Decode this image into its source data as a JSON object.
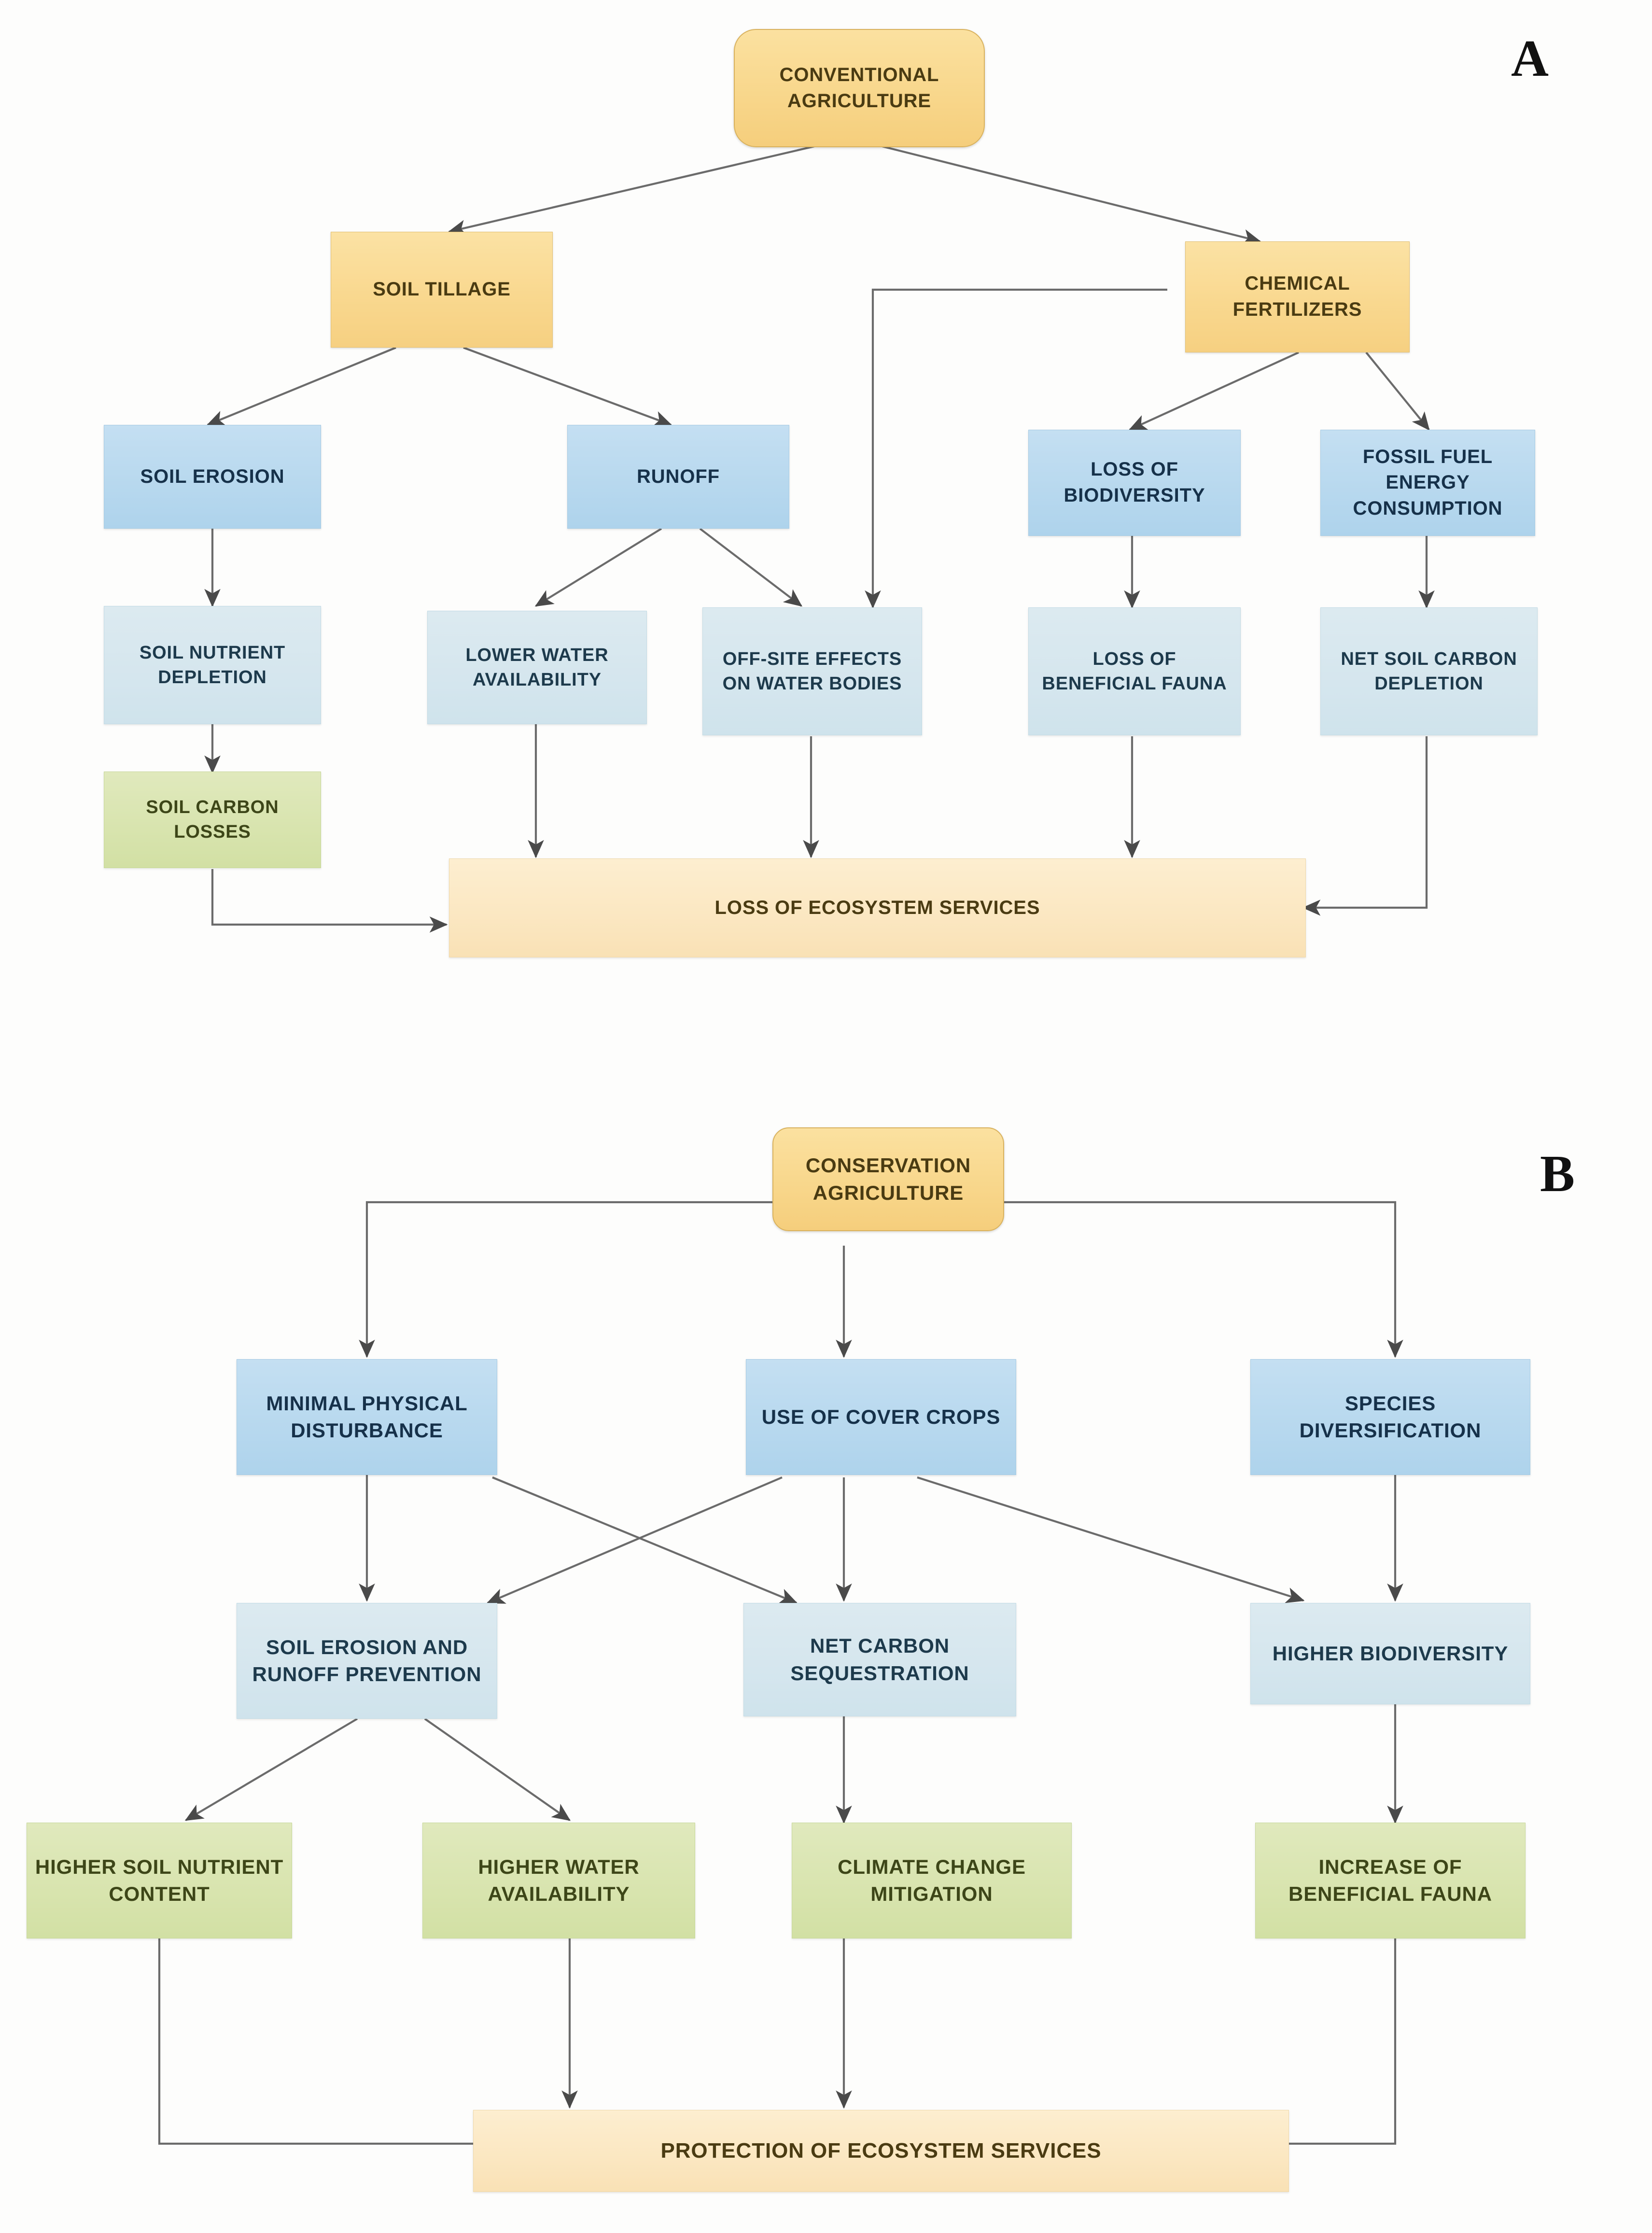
{
  "figure": {
    "type": "flowchart",
    "panels": [
      {
        "label": "A",
        "title": "Conventional agriculture impact pathways",
        "nodes": [
          {
            "id": "conv-agri",
            "label": "CONVENTIONAL\nAGRICULTURE",
            "style": "root",
            "color": "#f8d68a"
          },
          {
            "id": "soil-tillage",
            "label": "SOIL TILLAGE",
            "style": "orange",
            "color": "#f9d88f"
          },
          {
            "id": "chemical-fertilizers",
            "label": "CHEMICAL\nFERTILIZERS",
            "style": "orange",
            "color": "#f9d88f"
          },
          {
            "id": "soil-erosion",
            "label": "SOIL EROSION",
            "style": "blue",
            "color": "#b7d8ee"
          },
          {
            "id": "runoff",
            "label": "RUNOFF",
            "style": "blue",
            "color": "#b7d8ee"
          },
          {
            "id": "loss-biodiversity",
            "label": "LOSS OF\nBIODIVERSITY",
            "style": "blue",
            "color": "#b7d8ee"
          },
          {
            "id": "fossil-fuel",
            "label": "FOSSIL FUEL\nENERGY\nCONSUMPTION",
            "style": "blue",
            "color": "#b7d8ee"
          },
          {
            "id": "soil-nutrient-dep",
            "label": "SOIL NUTRIENT\nDEPLETION",
            "style": "lightblue",
            "color": "#d5e6ee"
          },
          {
            "id": "lower-water",
            "label": "LOWER WATER\nAVAILABILITY",
            "style": "lightblue",
            "color": "#d5e6ee"
          },
          {
            "id": "off-site-effects",
            "label": "OFF-SITE EFFECTS\nON WATER\nBODIES",
            "style": "lightblue",
            "color": "#d5e6ee"
          },
          {
            "id": "loss-fauna",
            "label": "LOSS OF\nBENEFICIAL\nFAUNA",
            "style": "lightblue",
            "color": "#d5e6ee"
          },
          {
            "id": "net-soil-carbon-dep",
            "label": "NET SOIL CARBON\nDEPLETION",
            "style": "lightblue",
            "color": "#d5e6ee"
          },
          {
            "id": "soil-carbon-losses",
            "label": "SOIL CARBON\nLOSSES",
            "style": "green",
            "color": "#d8e4ae"
          },
          {
            "id": "loss-ecosystem",
            "label": "LOSS OF ECOSYSTEM SERVICES",
            "style": "cream",
            "color": "#fbe7c1"
          }
        ],
        "edges": [
          {
            "from": "conv-agri",
            "to": "soil-tillage"
          },
          {
            "from": "conv-agri",
            "to": "chemical-fertilizers"
          },
          {
            "from": "soil-tillage",
            "to": "soil-erosion"
          },
          {
            "from": "soil-tillage",
            "to": "runoff"
          },
          {
            "from": "chemical-fertilizers",
            "to": "loss-biodiversity"
          },
          {
            "from": "chemical-fertilizers",
            "to": "fossil-fuel"
          },
          {
            "from": "chemical-fertilizers",
            "to": "off-site-effects"
          },
          {
            "from": "soil-erosion",
            "to": "soil-nutrient-dep"
          },
          {
            "from": "runoff",
            "to": "lower-water"
          },
          {
            "from": "runoff",
            "to": "off-site-effects"
          },
          {
            "from": "loss-biodiversity",
            "to": "loss-fauna"
          },
          {
            "from": "fossil-fuel",
            "to": "net-soil-carbon-dep"
          },
          {
            "from": "soil-nutrient-dep",
            "to": "soil-carbon-losses"
          },
          {
            "from": "soil-carbon-losses",
            "to": "loss-ecosystem"
          },
          {
            "from": "lower-water",
            "to": "loss-ecosystem"
          },
          {
            "from": "off-site-effects",
            "to": "loss-ecosystem"
          },
          {
            "from": "loss-fauna",
            "to": "loss-ecosystem"
          },
          {
            "from": "net-soil-carbon-dep",
            "to": "loss-ecosystem"
          }
        ]
      },
      {
        "label": "B",
        "title": "Conservation agriculture benefit pathways",
        "nodes": [
          {
            "id": "cons-agri",
            "label": "CONSERVATION\nAGRICULTURE",
            "style": "root-b",
            "color": "#f8d68a"
          },
          {
            "id": "minimal-disturb",
            "label": "MINIMAL\nPHYSICAL\nDISTURBANCE",
            "style": "blue",
            "color": "#b7d8ee"
          },
          {
            "id": "cover-crops",
            "label": "USE OF COVER\nCROPS",
            "style": "blue",
            "color": "#b7d8ee"
          },
          {
            "id": "species-div",
            "label": "SPECIES\nDIVERSIFICATION",
            "style": "blue",
            "color": "#b7d8ee"
          },
          {
            "id": "erosion-prevention",
            "label": "SOIL EROSION\nAND RUNOFF\nPREVENTION",
            "style": "lightblue",
            "color": "#d5e6ee"
          },
          {
            "id": "net-carbon-seq",
            "label": "NET CARBON\nSEQUESTRATION",
            "style": "lightblue",
            "color": "#d5e6ee"
          },
          {
            "id": "higher-biodiv",
            "label": "HIGHER\nBIODIVERSITY",
            "style": "lightblue",
            "color": "#d5e6ee"
          },
          {
            "id": "higher-nutrient",
            "label": "HIGHER SOIL\nNUTRIENT\nCONTENT",
            "style": "green",
            "color": "#d8e4ae"
          },
          {
            "id": "higher-water",
            "label": "HIGHER WATER\nAVAILABILITY",
            "style": "green",
            "color": "#d8e4ae"
          },
          {
            "id": "climate-mitigation",
            "label": "CLIMATE CHANGE\nMITIGATION",
            "style": "green",
            "color": "#d8e4ae"
          },
          {
            "id": "increase-fauna",
            "label": "INCREASE OF\nBENEFICIAL\nFAUNA",
            "style": "green",
            "color": "#d8e4ae"
          },
          {
            "id": "protection-eco",
            "label": "PROTECTION OF ECOSYSTEM SERVICES",
            "style": "cream",
            "color": "#fbe7c1"
          }
        ],
        "edges": [
          {
            "from": "cons-agri",
            "to": "minimal-disturb"
          },
          {
            "from": "cons-agri",
            "to": "cover-crops"
          },
          {
            "from": "cons-agri",
            "to": "species-div"
          },
          {
            "from": "minimal-disturb",
            "to": "erosion-prevention"
          },
          {
            "from": "minimal-disturb",
            "to": "net-carbon-seq"
          },
          {
            "from": "cover-crops",
            "to": "erosion-prevention"
          },
          {
            "from": "cover-crops",
            "to": "net-carbon-seq"
          },
          {
            "from": "cover-crops",
            "to": "higher-biodiv"
          },
          {
            "from": "species-div",
            "to": "higher-biodiv"
          },
          {
            "from": "erosion-prevention",
            "to": "higher-nutrient"
          },
          {
            "from": "erosion-prevention",
            "to": "higher-water"
          },
          {
            "from": "net-carbon-seq",
            "to": "climate-mitigation"
          },
          {
            "from": "higher-biodiv",
            "to": "increase-fauna"
          },
          {
            "from": "higher-nutrient",
            "to": "protection-eco"
          },
          {
            "from": "higher-water",
            "to": "protection-eco"
          },
          {
            "from": "climate-mitigation",
            "to": "protection-eco"
          },
          {
            "from": "increase-fauna",
            "to": "protection-eco"
          }
        ]
      }
    ]
  },
  "a": {
    "label": "A",
    "conv_agri": "CONVENTIONAL AGRICULTURE",
    "soil_tillage": "SOIL TILLAGE",
    "chemical_fertilizers": "CHEMICAL FERTILIZERS",
    "soil_erosion": "SOIL EROSION",
    "runoff": "RUNOFF",
    "loss_biodiversity": "LOSS OF BIODIVERSITY",
    "fossil_fuel": "FOSSIL FUEL ENERGY CONSUMPTION",
    "soil_nutrient_depletion": "SOIL NUTRIENT DEPLETION",
    "lower_water": "LOWER WATER AVAILABILITY",
    "off_site_effects": "OFF-SITE EFFECTS ON WATER BODIES",
    "loss_beneficial_fauna": "LOSS OF BENEFICIAL FAUNA",
    "net_soil_carbon_depletion": "NET SOIL CARBON DEPLETION",
    "soil_carbon_losses": "SOIL CARBON LOSSES",
    "loss_ecosystem_services": "LOSS OF ECOSYSTEM SERVICES"
  },
  "b": {
    "label": "B",
    "cons_agri": "CONSERVATION AGRICULTURE",
    "minimal_disturbance": "MINIMAL PHYSICAL DISTURBANCE",
    "cover_crops": "USE OF COVER CROPS",
    "species_diversification": "SPECIES DIVERSIFICATION",
    "erosion_prevention": "SOIL EROSION AND RUNOFF PREVENTION",
    "net_carbon_sequestration": "NET CARBON SEQUESTRATION",
    "higher_biodiversity": "HIGHER BIODIVERSITY",
    "higher_soil_nutrient": "HIGHER SOIL NUTRIENT CONTENT",
    "higher_water": "HIGHER WATER AVAILABILITY",
    "climate_mitigation": "CLIMATE CHANGE MITIGATION",
    "increase_fauna": "INCREASE OF BENEFICIAL FAUNA",
    "protection_ecosystem": "PROTECTION OF ECOSYSTEM SERVICES"
  }
}
